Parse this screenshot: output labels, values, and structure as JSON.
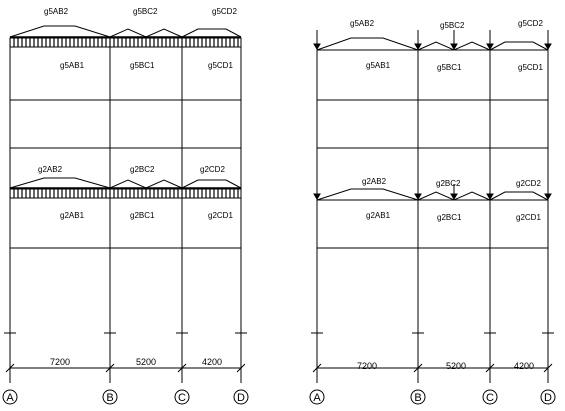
{
  "frames": [
    {
      "id": "left-frame",
      "top_labels": [
        "g5AB2",
        "g5BC2",
        "g5CD2"
      ],
      "top_uniform": [
        "g5AB1",
        "g5BC1",
        "g5CD1"
      ],
      "mid_labels": [
        "g2AB2",
        "g2BC2",
        "g2CD2"
      ],
      "mid_uniform": [
        "g2AB1",
        "g2BC1",
        "g2CD1"
      ],
      "dims": [
        "7200",
        "5200",
        "4200"
      ],
      "axes": [
        "A",
        "B",
        "C",
        "D"
      ]
    },
    {
      "id": "right-frame",
      "top_labels": [
        "g5AB2",
        "g5BC2",
        "g5CD2"
      ],
      "top_uniform": [
        "g5AB1",
        "g5BC1",
        "g5CD1"
      ],
      "mid_labels": [
        "g2AB2",
        "g2BC2",
        "g2CD2"
      ],
      "mid_uniform": [
        "g2AB1",
        "g2BC1",
        "g2CD1"
      ],
      "dims": [
        "7200",
        "5200",
        "4200"
      ],
      "axes": [
        "A",
        "B",
        "C",
        "D"
      ]
    }
  ]
}
